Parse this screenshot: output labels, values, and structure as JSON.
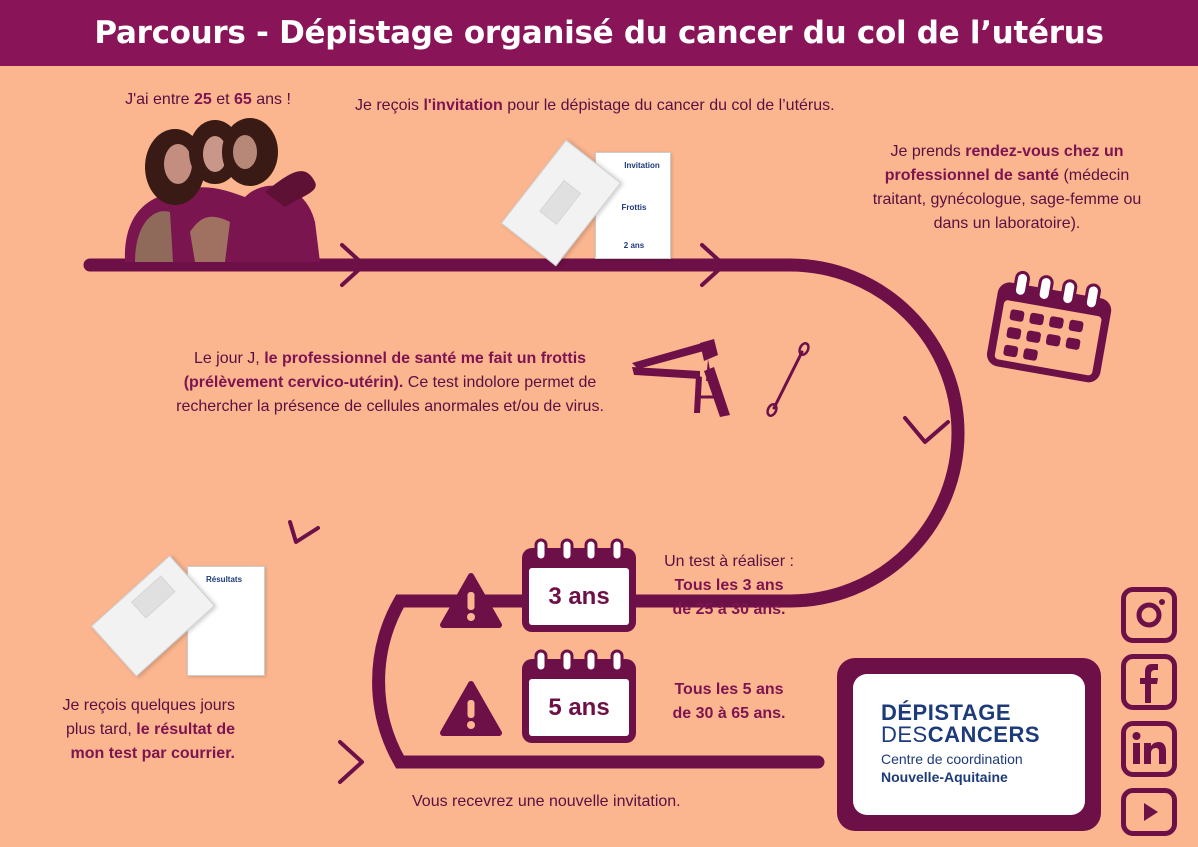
{
  "title": "Parcours - Dépistage organisé du cancer du col de l’utérus",
  "step_age": {
    "prefix": "J'ai entre ",
    "age_min": "25",
    "middle": " et ",
    "age_max": "65",
    "suffix": " ans !"
  },
  "step_invitation": {
    "prefix": "Je reçois ",
    "bold": "l'invitation",
    "suffix": " pour le dépistage du cancer du col de l’utérus."
  },
  "invitation_letter": {
    "line1": "Invitation",
    "line2": "Frottis",
    "line3": "2 ans"
  },
  "step_rdv": {
    "prefix": "Je prends ",
    "bold": "rendez-vous chez un professionnel de santé",
    "suffix": " (médecin traitant, gynécologue, sage-femme ou dans un laboratoire)."
  },
  "step_frottis": {
    "prefix": "Le jour J, ",
    "bold": "le professionnel de santé me fait un frottis (prélèvement cervico-utérin).",
    "suffix": " Ce test indolore permet de rechercher la présence de cellules anormales et/ou de virus."
  },
  "results_letter": {
    "label": "Résultats"
  },
  "step_result": {
    "prefix": "Je reçois quelques jours plus tard, ",
    "bold": "le résultat de mon test par courrier."
  },
  "interval_3": {
    "badge": "3 ans",
    "intro": "Un test à réaliser :",
    "line1": "Tous les 3 ans",
    "line2": "de 25 à 30 ans."
  },
  "interval_5": {
    "badge": "5 ans",
    "line1": "Tous les 5 ans",
    "line2": "de 30 à 65 ans."
  },
  "new_invitation": "Vous recevrez une nouvelle invitation.",
  "logo": {
    "line1": "DÉPISTAGE",
    "line2a": "DES",
    "line2b": "CANCERS",
    "line3": "Centre de coordination",
    "line4": "Nouvelle-Aquitaine"
  },
  "social_icons": [
    "instagram-icon",
    "facebook-icon",
    "linkedin-icon",
    "youtube-icon"
  ],
  "colors": {
    "background": "#fbb58f",
    "header": "#8a1458",
    "path": "#6e1048",
    "logo_blue": "#1d3a7a"
  }
}
